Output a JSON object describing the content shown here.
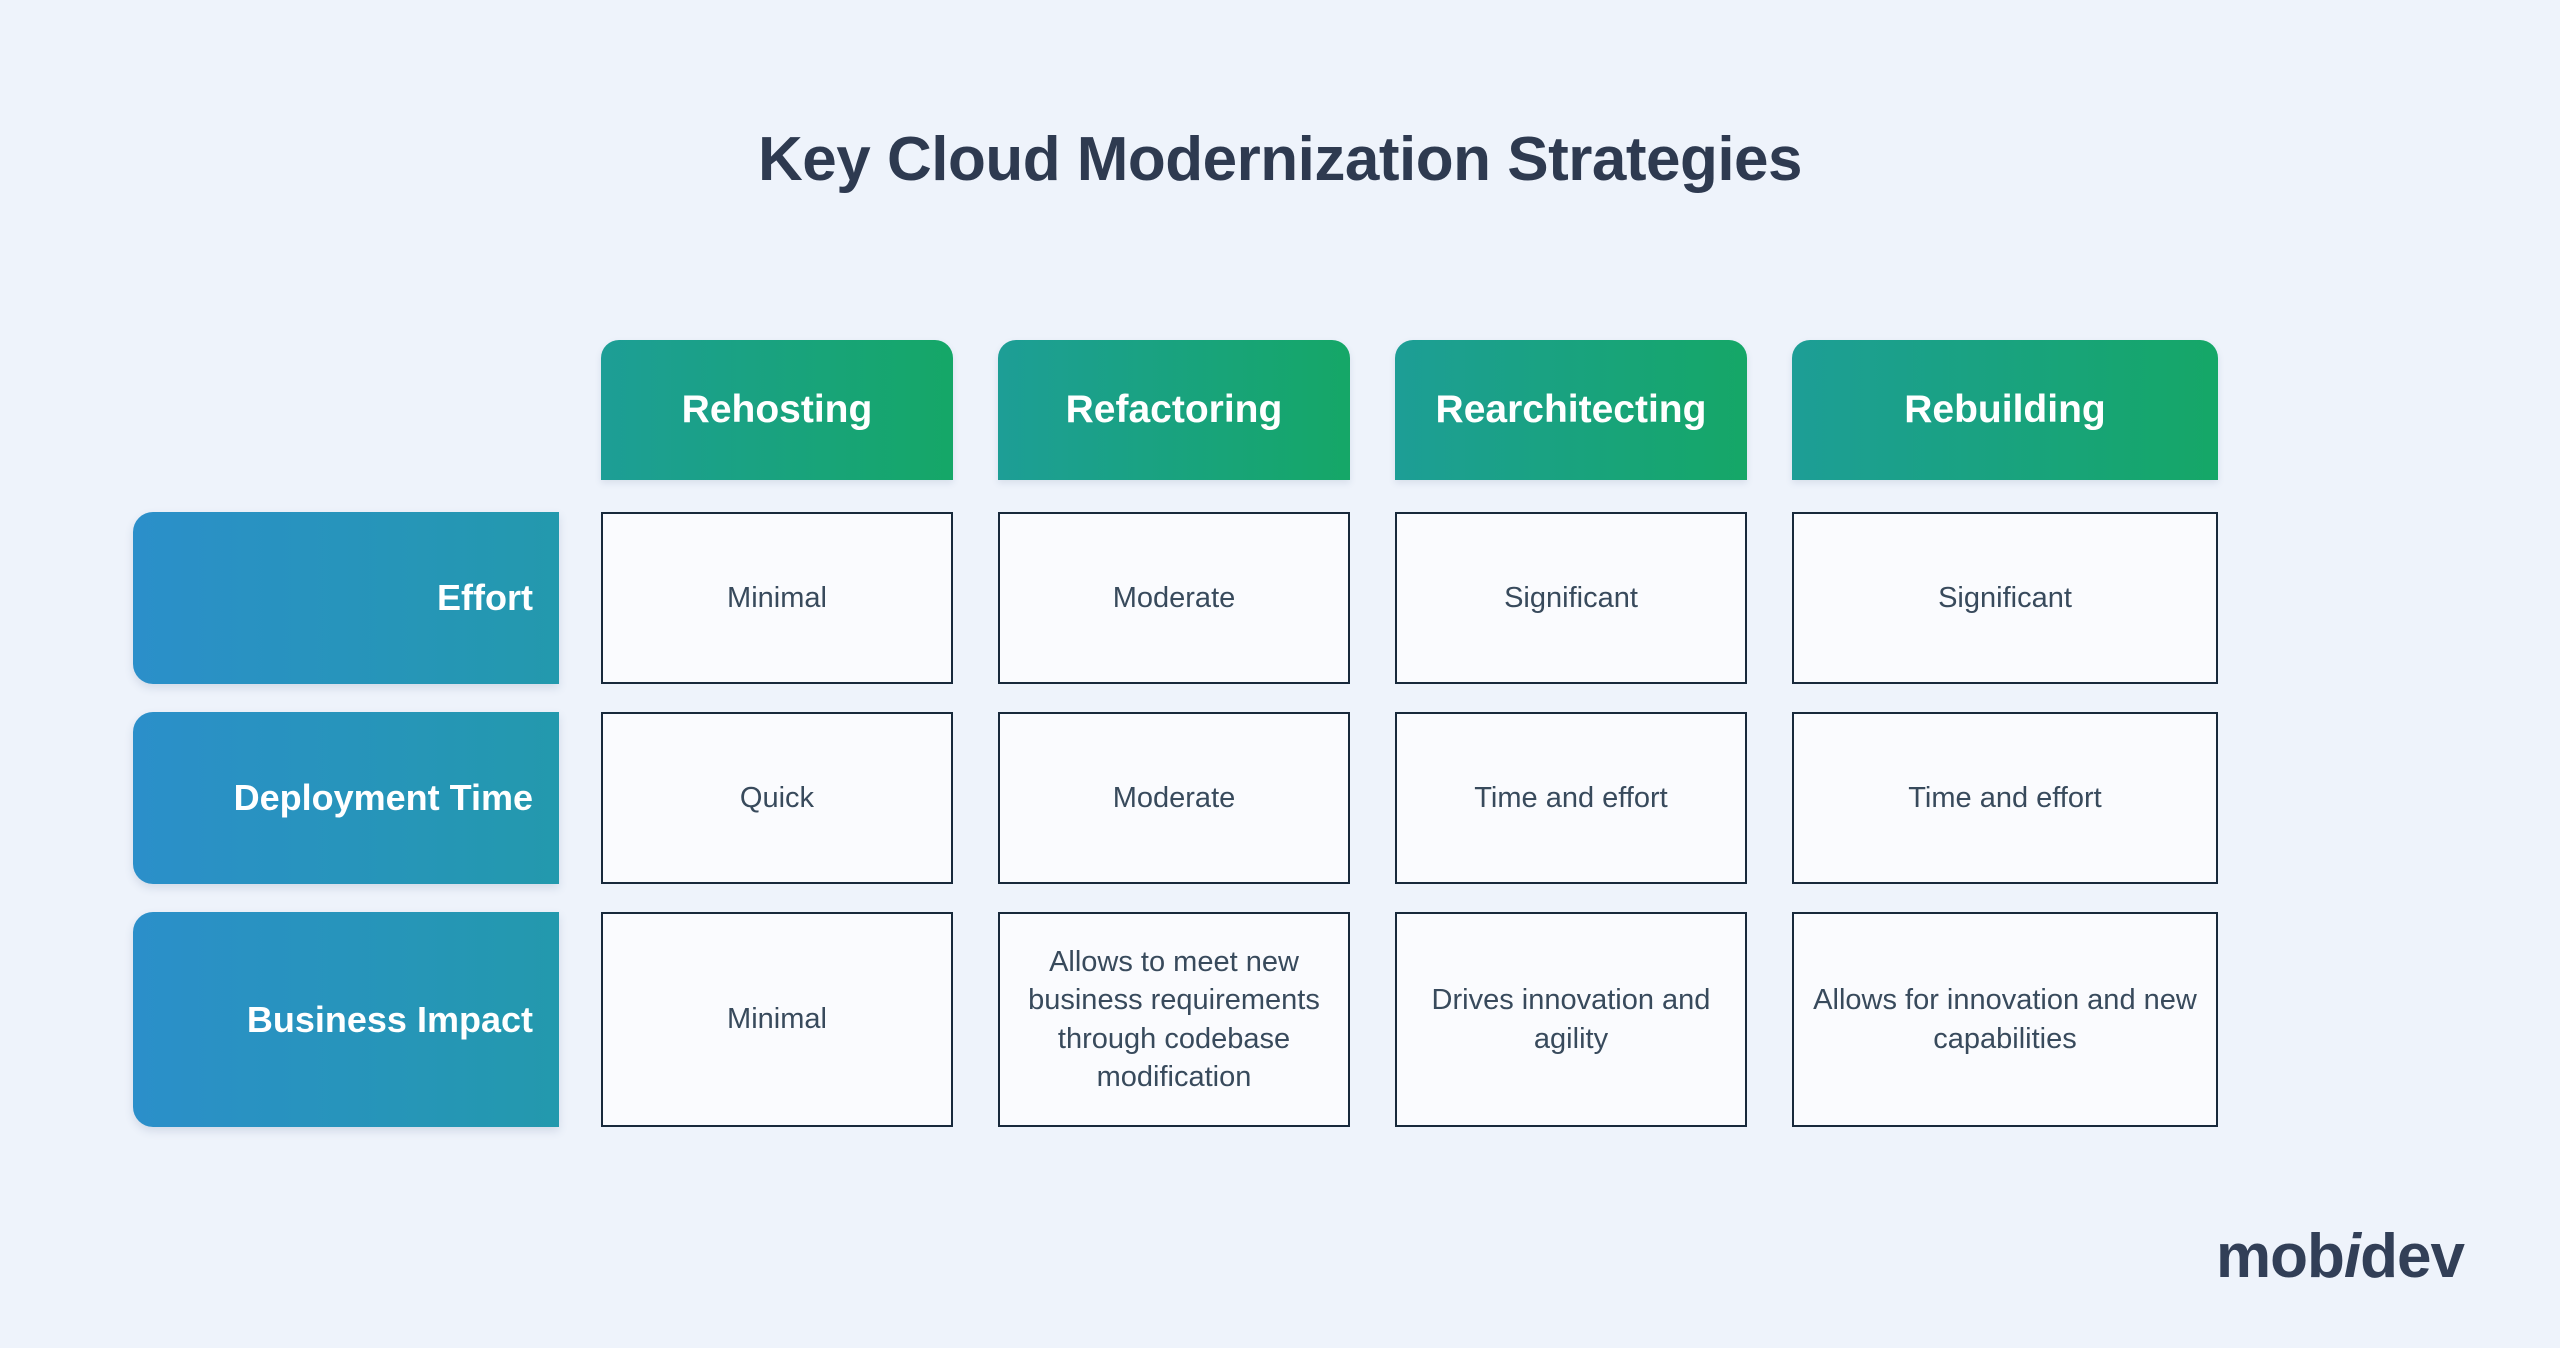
{
  "page": {
    "title": "Key Cloud Modernization Strategies",
    "background_color": "#eef3fb",
    "title_color": "#2e3a50"
  },
  "theme": {
    "header_gradient_start": "#1d9e96",
    "header_gradient_end": "#15a767",
    "row_label_gradient_start": "#2b8fca",
    "row_label_gradient_end": "#2399ad",
    "cell_background": "#fafbfe",
    "cell_border": "#18293b",
    "cell_text": "#384a5c"
  },
  "matrix": {
    "columns": [
      {
        "label": "Rehosting"
      },
      {
        "label": "Refactoring"
      },
      {
        "label": "Rearchitecting"
      },
      {
        "label": "Rebuilding"
      }
    ],
    "rows": [
      {
        "label": "Effort",
        "cells": [
          "Minimal",
          "Moderate",
          "Significant",
          "Significant"
        ]
      },
      {
        "label": "Deployment Time",
        "cells": [
          "Quick",
          "Moderate",
          "Time and effort",
          "Time and effort"
        ]
      },
      {
        "label": "Business Impact",
        "cells": [
          "Minimal",
          "Allows to meet new business requirements through codebase modification",
          "Drives innovation and agility",
          "Allows for innovation and new capabilities"
        ]
      }
    ]
  },
  "logo": {
    "part1": "mob",
    "slash": "i",
    "part2": "dev"
  }
}
